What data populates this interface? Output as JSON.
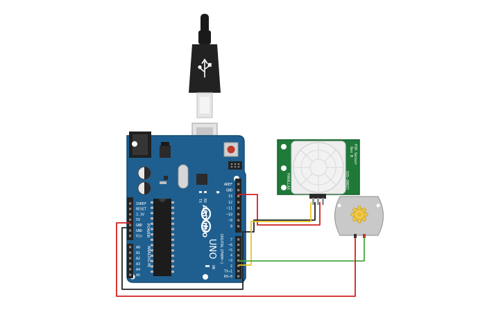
{
  "colors": {
    "board": "#1f5f8f",
    "board_edge": "#174c73",
    "header": "#232323",
    "pir_board": "#1f7a3a",
    "motor_body": "#c9c9c9",
    "wire_red": "#d11f1f",
    "wire_black": "#222222",
    "wire_yellow": "#e8c51c",
    "wire_green": "#49a83f"
  },
  "arduino": {
    "brand": "ARDUINO",
    "model": "UNO",
    "digital_label": "DIGITAL (PWM~)",
    "analog_label": "ANALOG IN",
    "power_label": "POWER",
    "on_label": "ON",
    "tx": "TX",
    "rx": "RX",
    "l": "L",
    "power_pins": [
      "IOREF",
      "RESET",
      "3.3V",
      "5V",
      "GND",
      "GND",
      "Vin"
    ],
    "analog_pins": [
      "A0",
      "A1",
      "A2",
      "A3",
      "A4",
      "A5"
    ],
    "digital_top": [
      "AREF",
      "GND",
      "13",
      "12",
      "~11",
      "~10",
      "~9",
      "8"
    ],
    "digital_bottom": [
      "7",
      "~6",
      "~5",
      "4",
      "~3",
      "2",
      "TX→1",
      "RX←0"
    ]
  },
  "pir": {
    "side_text_right": [
      "PIR Sensor",
      "Rev B",
      "555-28027"
    ],
    "side_text_left": "PARALLAX"
  },
  "icons": [
    "usb-plug-icon",
    "gear-icon"
  ]
}
